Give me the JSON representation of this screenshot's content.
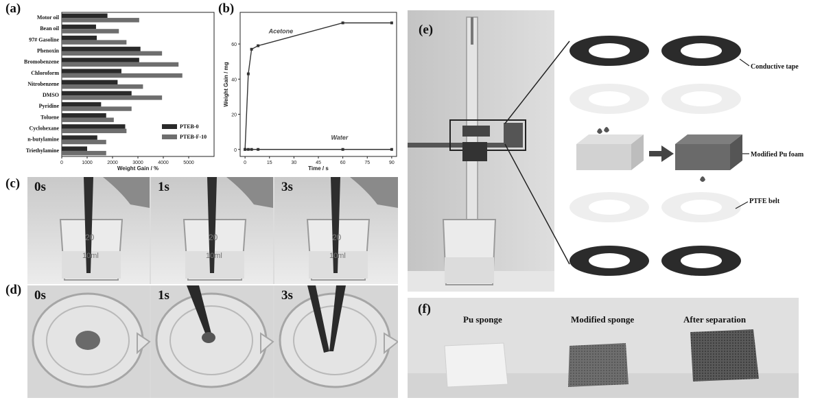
{
  "panel_labels": {
    "a": "(a)",
    "b": "(b)",
    "c": "(c)",
    "d": "(d)",
    "e": "(e)",
    "f": "(f)"
  },
  "chart_data": [
    {
      "type": "bar",
      "categories": [
        "Motor oil",
        "Bean oil",
        "97# Gasoline",
        "Phenoxin",
        "Bromobenzene",
        "Chloroform",
        "Nitrobenzene",
        "DMSO",
        "Pyridine",
        "Toluene",
        "Cyclohexane",
        "n-butylamine",
        "Triethylamine"
      ],
      "series": [
        {
          "name": "PTEB-0",
          "values": [
            1800,
            1350,
            1380,
            3100,
            3050,
            2350,
            2200,
            2750,
            1550,
            1750,
            2500,
            1400,
            1000
          ]
        },
        {
          "name": "PTEB-F-10",
          "values": [
            3050,
            2250,
            2550,
            3950,
            4600,
            4750,
            3200,
            3950,
            2750,
            2050,
            2550,
            1750,
            1750
          ]
        }
      ],
      "xlabel": "Weight Gain / %",
      "xlim": [
        0,
        6000
      ],
      "xticks": [
        0,
        1000,
        2000,
        3000,
        4000,
        5000
      ],
      "orientation": "horizontal",
      "colors": [
        "#2a2a2a",
        "#6e6e6e"
      ],
      "legend_position": "bottom-right"
    },
    {
      "type": "line",
      "series": [
        {
          "name": "Acetone",
          "x": [
            0,
            2,
            4,
            8,
            60,
            90
          ],
          "y": [
            0,
            43,
            57,
            59,
            72,
            72
          ]
        },
        {
          "name": "Water",
          "x": [
            0,
            2,
            4,
            8,
            60,
            90
          ],
          "y": [
            0,
            0,
            0,
            0,
            0,
            0
          ]
        }
      ],
      "xlabel": "Time / s",
      "ylabel": "Weight Gain / mg",
      "xlim": [
        -3,
        93
      ],
      "ylim": [
        -4,
        78
      ],
      "xticks": [
        0,
        15,
        30,
        45,
        60,
        75,
        90
      ],
      "yticks": [
        0,
        20,
        40,
        60
      ],
      "colors": [
        "#333333",
        "#333333"
      ]
    }
  ],
  "panel_c": {
    "times": [
      "0s",
      "1s",
      "3s"
    ],
    "beaker_marks": [
      "20",
      "10ml"
    ]
  },
  "panel_d": {
    "times": [
      "0s",
      "1s",
      "3s"
    ]
  },
  "panel_e": {
    "conductive_tape": "Conductive tape",
    "modified_foam": "Modified Pu foam",
    "ptfe_belt": "PTFE belt"
  },
  "panel_f": {
    "labels": [
      "Pu sponge",
      "Modified sponge",
      "After separation"
    ]
  }
}
